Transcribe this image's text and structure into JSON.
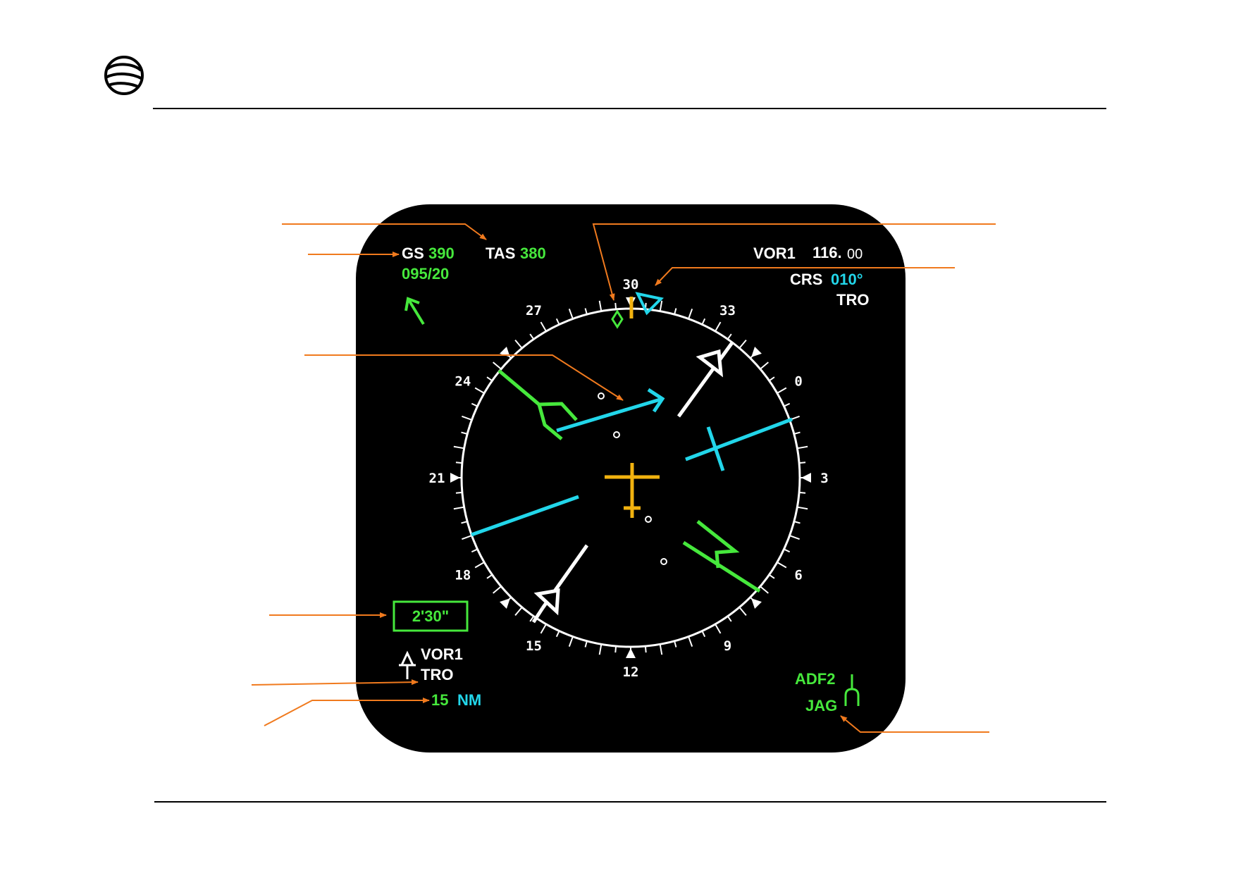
{
  "display": {
    "gs_label": "GS",
    "gs_value": "390",
    "tas_label": "TAS",
    "tas_value": "380",
    "wind": "095/20",
    "nav_source": "VOR1",
    "freq_main": "116.",
    "freq_decimal": "00",
    "crs_label": "CRS",
    "crs_value": "010°",
    "station_top": "TRO",
    "timer": "2'30\"",
    "vor_bearing_label": "VOR1",
    "vor_bearing_station": "TRO",
    "distance_value": "15",
    "distance_unit": "NM",
    "adf_label": "ADF2",
    "adf_station": "JAG"
  },
  "compass": {
    "labels": [
      "0",
      "3",
      "6",
      "9",
      "12",
      "15",
      "18",
      "21",
      "24",
      "27",
      "30",
      "33"
    ]
  },
  "colors": {
    "background": "#000000",
    "white": "#ffffff",
    "green": "#46e83c",
    "cyan": "#22d6ea",
    "amber": "#f2b20f",
    "annotation": "#f07a1e"
  }
}
